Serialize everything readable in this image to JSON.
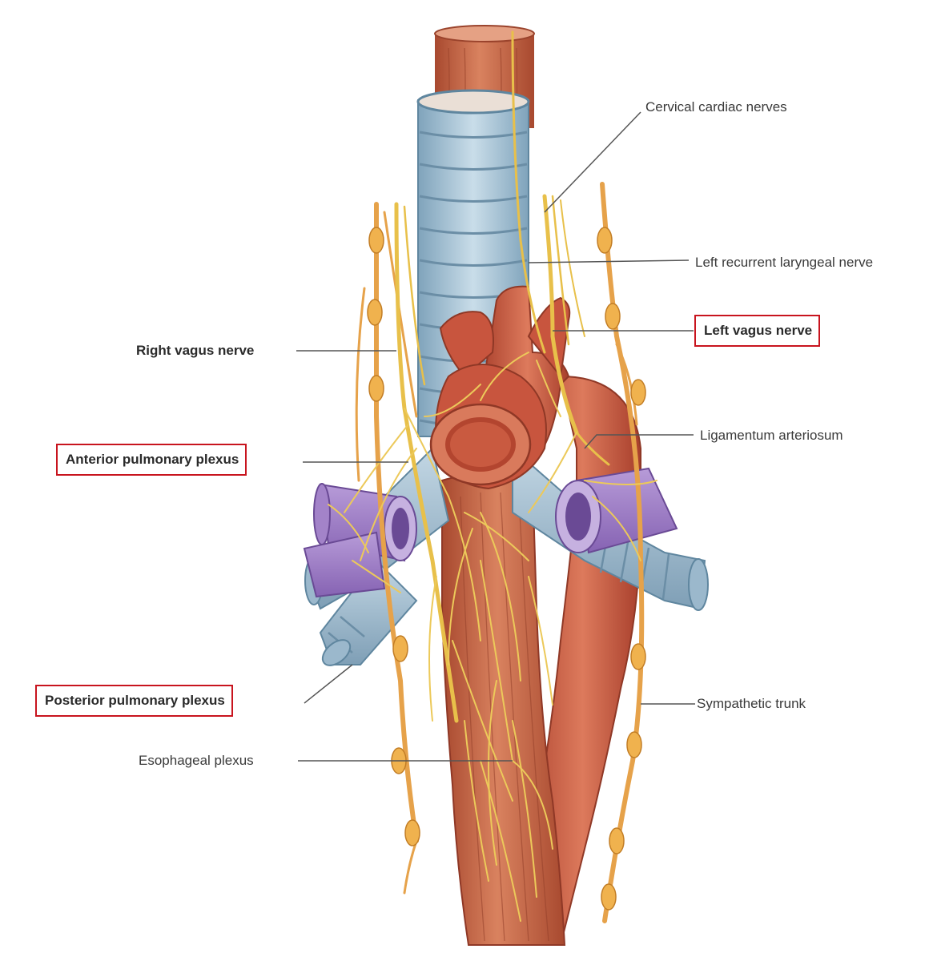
{
  "labels": {
    "cervical_cardiac_nerves": "Cervical cardiac nerves",
    "left_recurrent_laryngeal_nerve": "Left recurrent laryngeal nerve",
    "left_vagus_nerve": "Left vagus nerve",
    "right_vagus_nerve": "Right vagus nerve",
    "ligamentum_arteriosum": "Ligamentum arteriosum",
    "anterior_pulmonary_plexus": "Anterior pulmonary plexus",
    "posterior_pulmonary_plexus": "Posterior pulmonary plexus",
    "sympathetic_trunk": "Sympathetic trunk",
    "esophageal_plexus": "Esophageal plexus"
  },
  "colors": {
    "highlight_box": "#c8141e",
    "esophagus": "#c8664a",
    "aorta": "#c8553e",
    "trachea": "#a9c6d8",
    "pulmonary_vessels": "#a383c9",
    "nerves": "#e8c04a",
    "sympathetic_trunk": "#e6a24a",
    "leader_line": "#555555"
  }
}
